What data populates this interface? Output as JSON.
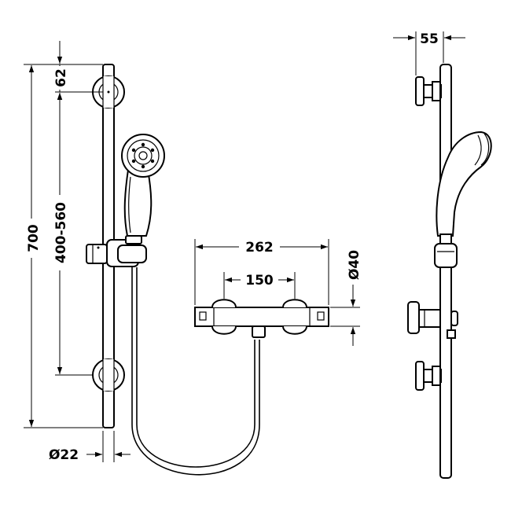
{
  "dimensions": {
    "overall_height": "700",
    "top_offset": "62",
    "bracket_spacing": "400-560",
    "rail_diameter": "Ø22",
    "valve_width": "262",
    "valve_centres": "150",
    "valve_diameter": "Ø40",
    "side_depth": "55"
  }
}
